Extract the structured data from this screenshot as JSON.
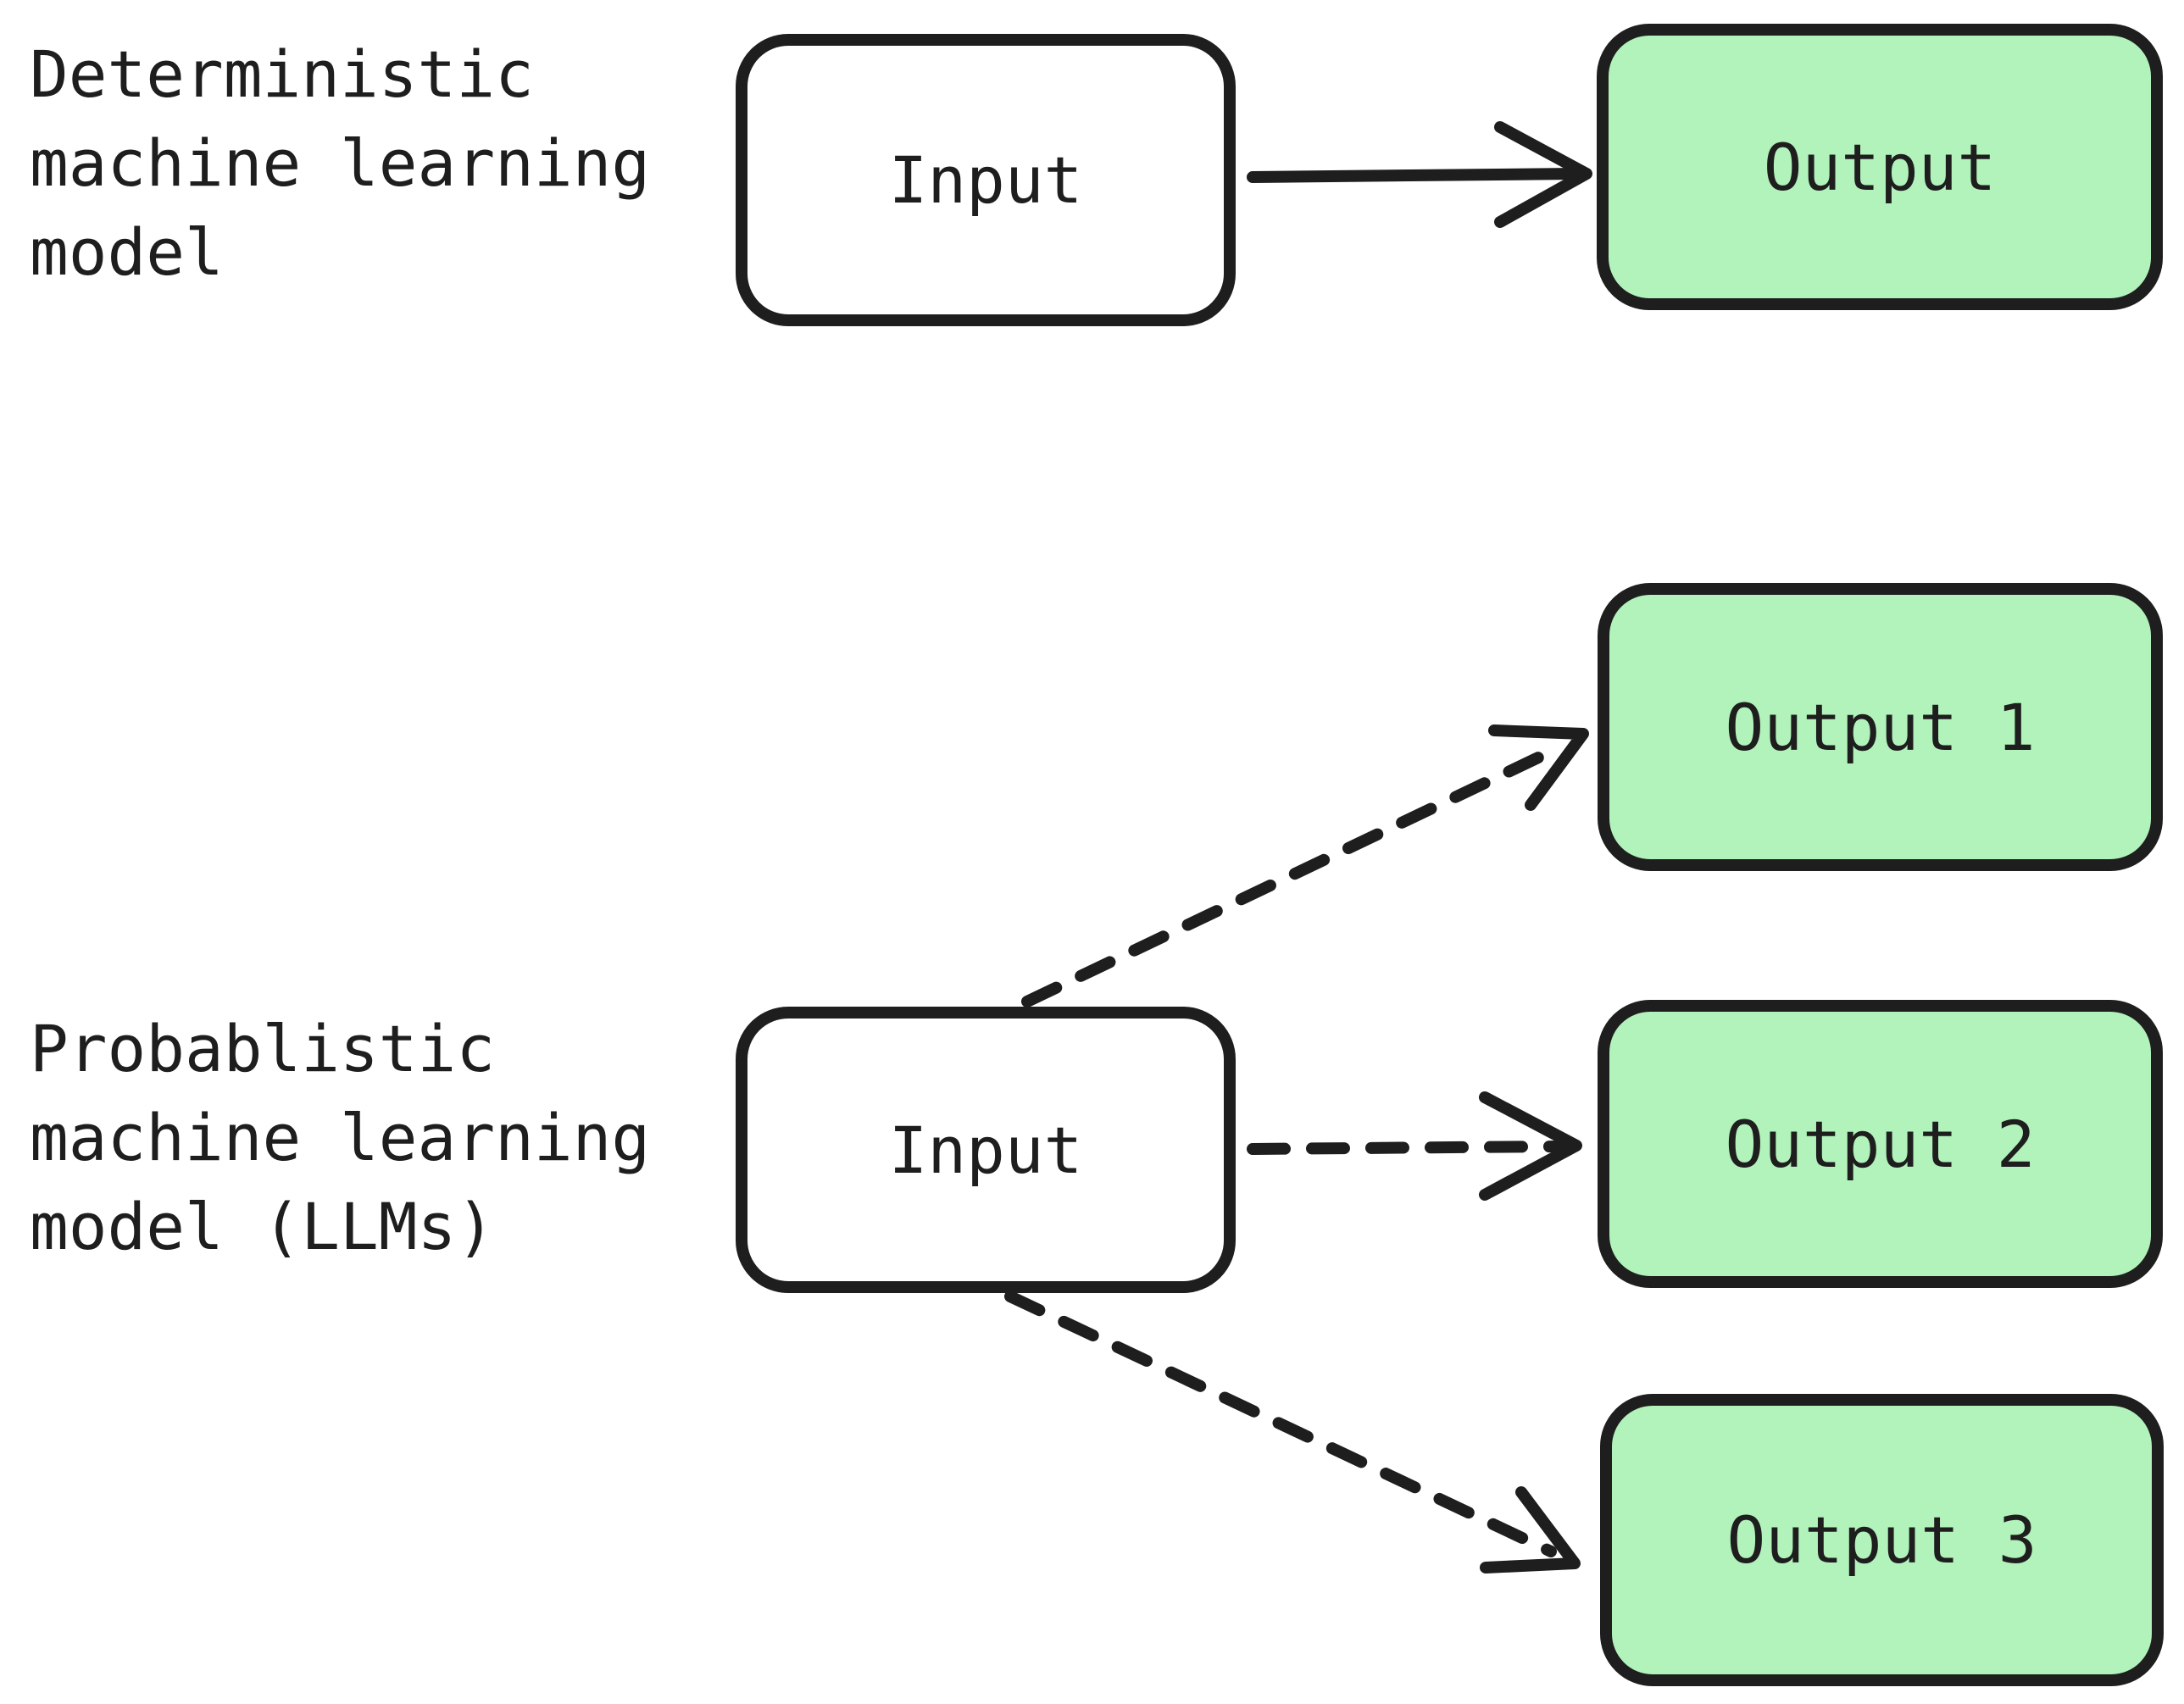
{
  "diagram": {
    "background": "#ffffff",
    "stroke_color": "#1e1e1e",
    "input_fill": "#ffffff",
    "output_fill": "#b2f2bb",
    "deterministic": {
      "caption": "Deterministic\nmachine learning\nmodel",
      "input_label": "Input",
      "output_label": "Output",
      "arrow_style": "solid"
    },
    "probabilistic": {
      "caption": "Probablistic\nmachine learning\nmodel (LLMs)",
      "input_label": "Input",
      "outputs": [
        "Output 1",
        "Output 2",
        "Output 3"
      ],
      "arrow_style": "dashed"
    }
  }
}
